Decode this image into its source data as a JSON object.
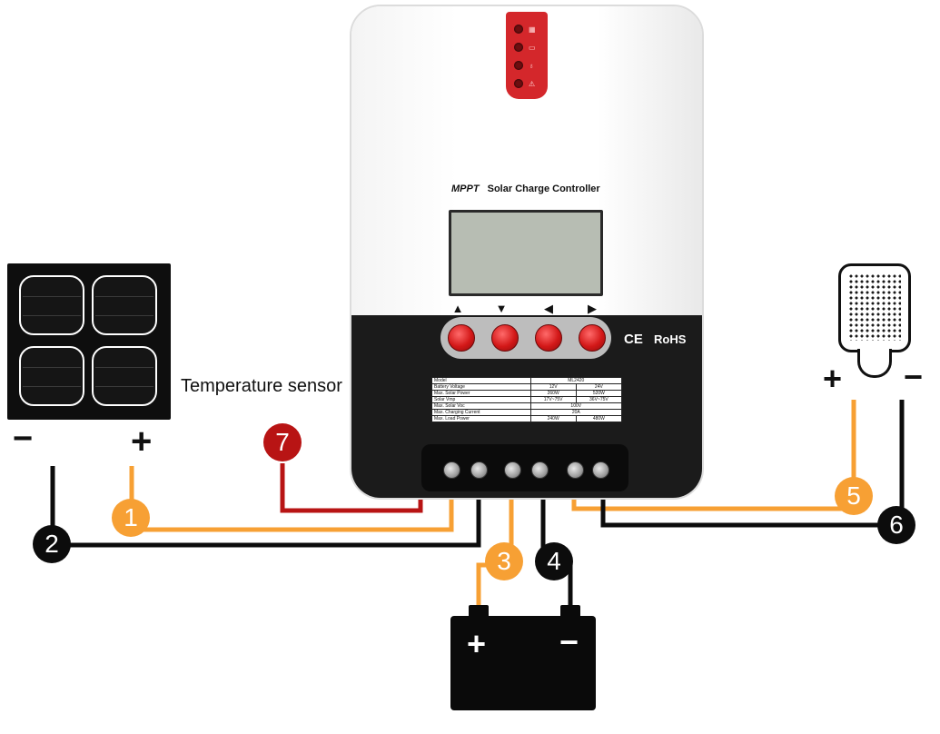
{
  "controller": {
    "brand": "MPPT",
    "title": "Solar Charge Controller",
    "marks": {
      "ce": "CE",
      "rohs": "RoHS"
    },
    "nav_buttons": [
      "▲",
      "▼",
      "◀",
      "▶"
    ],
    "spec_table": {
      "rows": [
        [
          "Model",
          "ML2420"
        ],
        [
          "Battery Voltage",
          "12V",
          "24V"
        ],
        [
          "Max. Solar Power",
          "260W",
          "520W"
        ],
        [
          "Solar Vmp",
          "17V~75V",
          "36V~75V"
        ],
        [
          "Max. Solar Voc",
          "100V"
        ],
        [
          "Max. Charging Current",
          "20A"
        ],
        [
          "Max. Load Power",
          "240W",
          "480W"
        ]
      ]
    }
  },
  "labels": {
    "temperature_sensor": "Temperature sensor",
    "solar_minus": "−",
    "solar_plus": "+",
    "load_plus": "+",
    "load_minus": "−",
    "battery_plus": "+",
    "battery_minus": "−"
  },
  "badges": [
    "1",
    "2",
    "3",
    "4",
    "5",
    "6",
    "7"
  ],
  "colors": {
    "positive_wire": "#f7a034",
    "negative_wire": "#0c0c0c",
    "sensor_wire": "#b81414",
    "led_strip": "#d4272b"
  }
}
